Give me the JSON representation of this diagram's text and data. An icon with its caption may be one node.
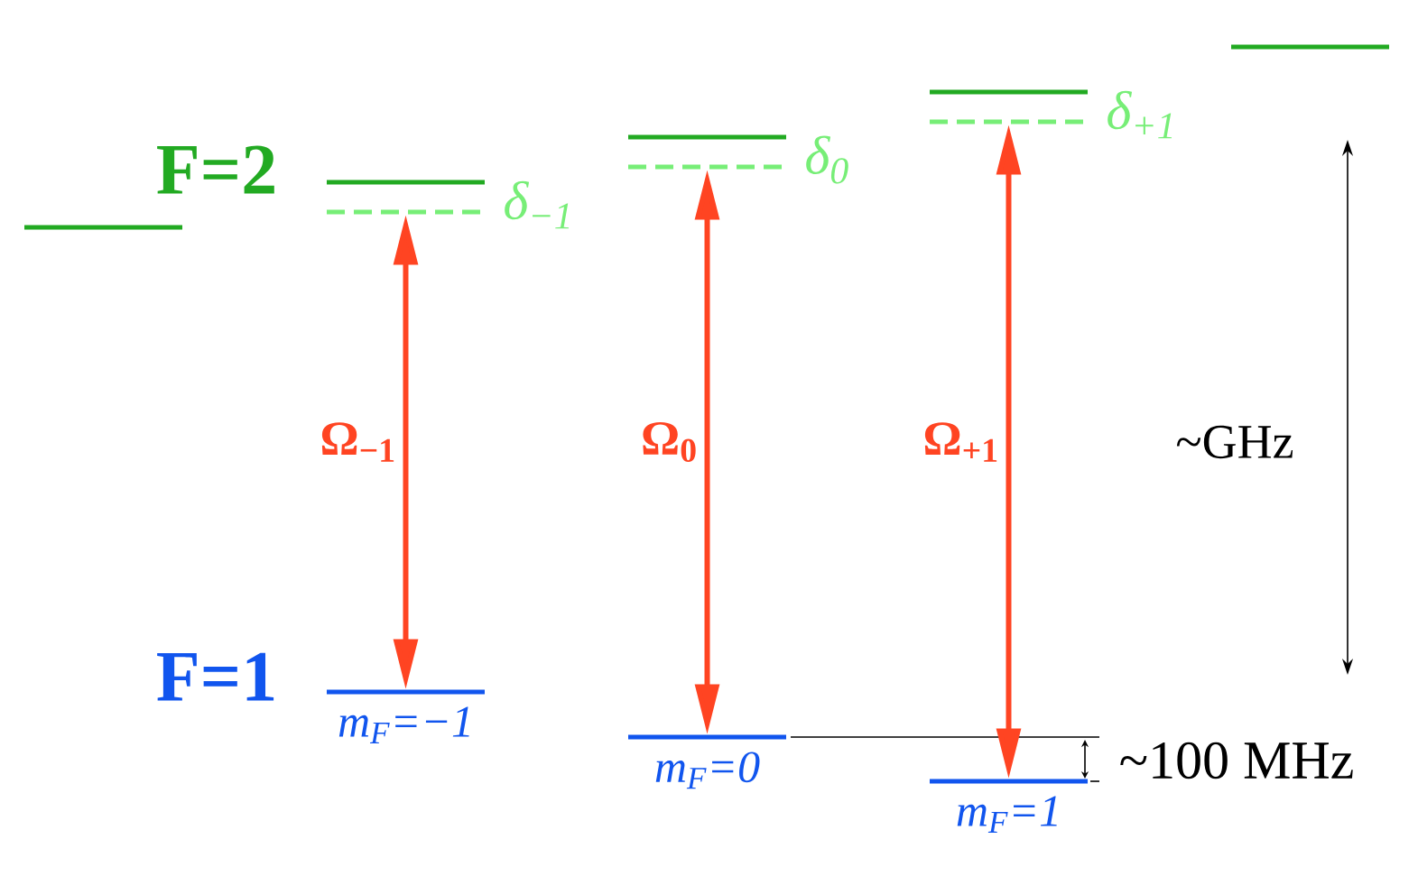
{
  "diagram": {
    "nodes": [
      {
        "text": [],
        "shape": "bar"
      },
      {
        "text": [],
        "shape": "bar"
      },
      {
        "text": [],
        "shape": "bar",
        "beside": [
          "δ$_{−1}$"
        ]
      },
      {
        "text": [],
        "shape": "bar",
        "beside": [
          "m$_{F}$=−1"
        ]
      },
      {
        "text": [],
        "shape": "bar"
      },
      {
        "text": [],
        "shape": "bar",
        "beside": [
          "δ$_{0}$"
        ]
      },
      {
        "text": [],
        "shape": "bar",
        "beside": [
          "m$_{F}$=0"
        ]
      },
      {
        "text": [],
        "shape": "bar"
      },
      {
        "text": [],
        "shape": "bar",
        "beside": [
          "δ$_{+1}$"
        ]
      },
      {
        "text": [],
        "shape": "bar",
        "beside": [
          "m$_{F}$=1"
        ]
      },
      {
        "text": [],
        "shape": "bar"
      }
    ],
    "edges": [
      {
        "from": 2,
        "to": 3,
        "arrow": "both",
        "label": "Ω$_{−1}$"
      },
      {
        "from": 5,
        "to": 6,
        "arrow": "both",
        "label": "Ω$_{0}$"
      },
      {
        "from": 8,
        "to": 9,
        "arrow": "both",
        "label": "Ω$_{+1}$"
      }
    ],
    "labels": [
      "F=2",
      "F=1",
      "~GHz",
      "~100 MHz"
    ]
  }
}
